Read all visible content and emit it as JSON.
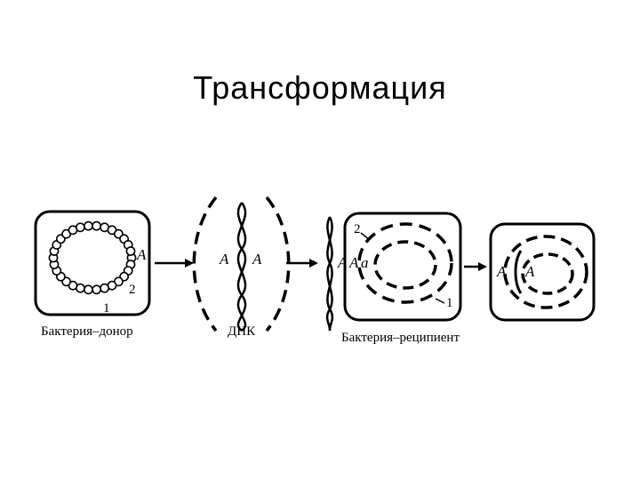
{
  "title": "Трансформация",
  "diagram": {
    "donor": {
      "caption": "Бактерия–донор",
      "gene_label": "A",
      "marker_1": "1",
      "marker_2": "2"
    },
    "dna": {
      "caption": "ДНК",
      "label_left": "A",
      "label_right": "A"
    },
    "recipient": {
      "caption": "Бактерия–реципиент",
      "label_upper": "A",
      "label_lower": "a",
      "label_fragment": "A",
      "marker_1": "1",
      "marker_2": "2"
    },
    "transformed": {
      "label_left": "A",
      "label_inner": "A"
    }
  }
}
